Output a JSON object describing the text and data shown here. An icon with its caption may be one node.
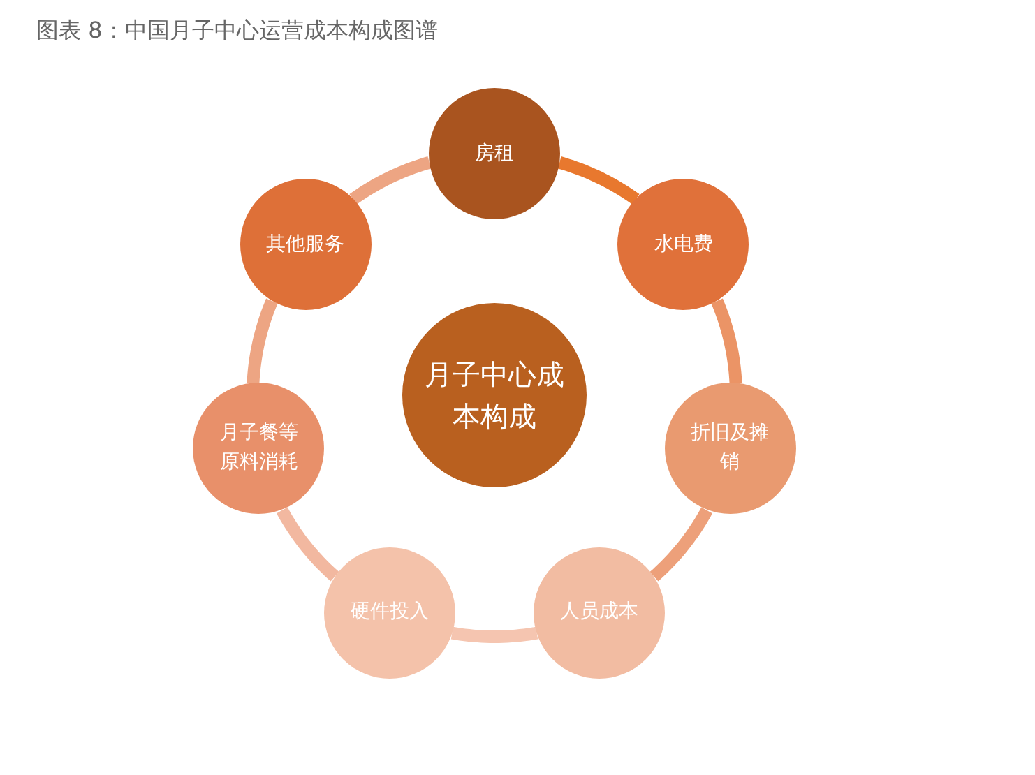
{
  "diagram": {
    "title": "图表 8：中国月子中心运营成本构成图谱",
    "nodes": [
      {
        "text": [
          "月子中心成本构成"
        ]
      },
      {
        "text": [
          "房租"
        ]
      },
      {
        "text": [
          "水电费"
        ]
      },
      {
        "text": [
          "折旧及摊销"
        ]
      },
      {
        "text": [
          "人员成本"
        ]
      },
      {
        "text": [
          "硬件投入"
        ]
      },
      {
        "text": [
          "月子餐等原料消耗"
        ]
      },
      {
        "text": [
          "其他服务"
        ]
      }
    ],
    "edges": [
      {
        "from": 1,
        "to": 2,
        "arrow": "none",
        "color": "#e8782e"
      },
      {
        "from": 2,
        "to": 3,
        "arrow": "none",
        "color": "#eb9466"
      },
      {
        "from": 3,
        "to": 4,
        "arrow": "none",
        "color": "#eda07a"
      },
      {
        "from": 4,
        "to": 5,
        "arrow": "none",
        "color": "#f5c5b0"
      },
      {
        "from": 5,
        "to": 6,
        "arrow": "none",
        "color": "#f2b8a0"
      },
      {
        "from": 6,
        "to": 7,
        "arrow": "none",
        "color": "#eda583"
      },
      {
        "from": 7,
        "to": 1,
        "arrow": "none",
        "color": "#eda583"
      }
    ]
  }
}
